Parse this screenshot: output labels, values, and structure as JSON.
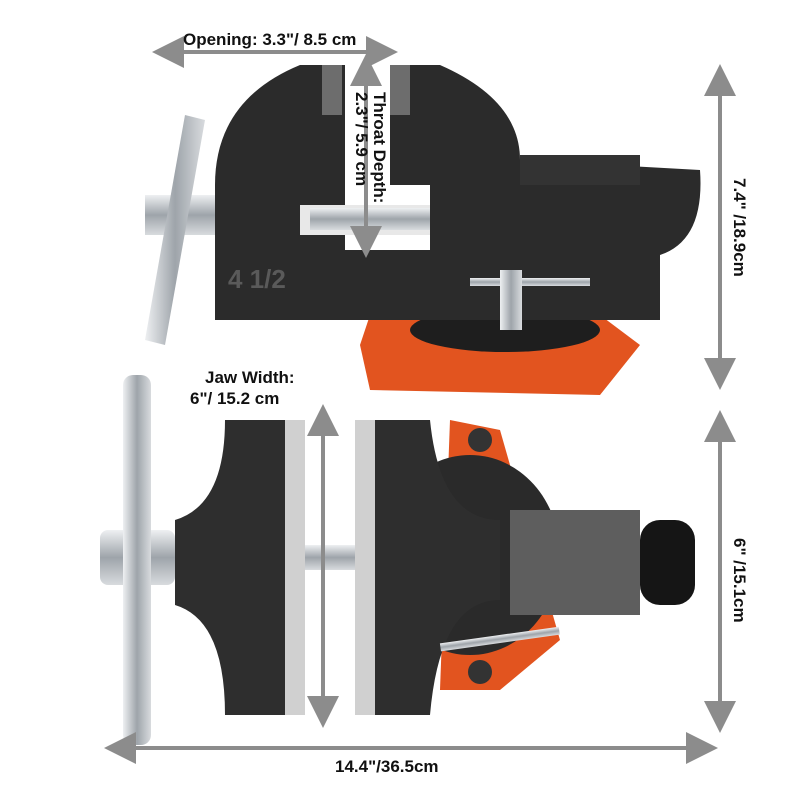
{
  "labels": {
    "opening": "Opening: 3.3\"/ 8.5 cm",
    "throat_title": "Throat Depth:",
    "throat_value": "2.3\"/ 5.9 cm",
    "height": "7.4\" /18.9cm",
    "jaw_width_title": "Jaw Width:",
    "jaw_width_value": "6\"/ 15.2 cm",
    "depth": "6\" /15.1cm",
    "length": "14.4\"/36.5cm"
  },
  "casting_mark": "4 1/2",
  "colors": {
    "body": "#2a2a2a",
    "base": "#e2541f",
    "arrow": "#8c8c8c",
    "steel": "#b9bec4"
  }
}
